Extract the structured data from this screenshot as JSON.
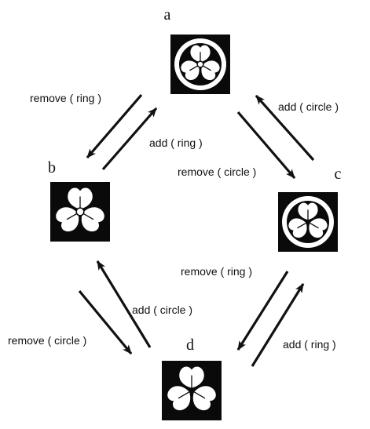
{
  "nodes": [
    {
      "id": "a",
      "label": "a",
      "parts": [
        "ring",
        "circle"
      ]
    },
    {
      "id": "b",
      "label": "b",
      "parts": [
        "circle"
      ]
    },
    {
      "id": "c",
      "label": "c",
      "parts": [
        "ring"
      ]
    },
    {
      "id": "d",
      "label": "d",
      "parts": []
    }
  ],
  "edges": [
    {
      "id": "a-to-b",
      "from": "a",
      "to": "b",
      "label": "remove ( ring )"
    },
    {
      "id": "b-to-a",
      "from": "b",
      "to": "a",
      "label": "add ( ring )"
    },
    {
      "id": "a-to-c",
      "from": "a",
      "to": "c",
      "label": "remove ( circle )"
    },
    {
      "id": "c-to-a",
      "from": "c",
      "to": "a",
      "label": "add ( circle )"
    },
    {
      "id": "b-to-d",
      "from": "b",
      "to": "d",
      "label": "remove ( circle )"
    },
    {
      "id": "d-to-b",
      "from": "d",
      "to": "b",
      "label": "add ( circle )"
    },
    {
      "id": "c-to-d",
      "from": "c",
      "to": "d",
      "label": "remove ( ring )"
    },
    {
      "id": "d-to-c",
      "from": "d",
      "to": "c",
      "label": "add ( ring )"
    }
  ],
  "colors": {
    "ink": "#0a0a0a",
    "paper": "#ffffff"
  }
}
